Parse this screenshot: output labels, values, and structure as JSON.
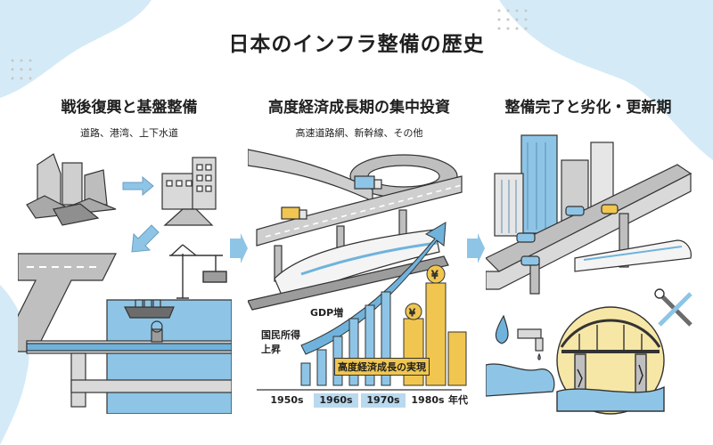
{
  "title": "日本のインフラ整備の歴史",
  "panels": [
    {
      "title": "戦後復興と基盤整備",
      "subtitle": "道路、港湾、上下水道"
    },
    {
      "title": "高度経済成長期の集中投資",
      "subtitle": "高速道路網、新幹線、その他"
    },
    {
      "title": "整備完了と劣化・更新期",
      "subtitle": ""
    }
  ],
  "labels": {
    "gdp": "GDP増",
    "income_line1": "国民所得",
    "income_line2": "上昇",
    "growth_banner": "高度経済成長の実現"
  },
  "timeline": {
    "decades": [
      "1950s",
      "1960s",
      "1970s",
      "1980s"
    ],
    "highlighted": [
      "1960s",
      "1970s"
    ],
    "axis_unit": "年代"
  },
  "icons": {
    "currency": "¥",
    "tools": "wrench-screwdriver-icon"
  },
  "colors": {
    "accent_blue": "#8ec5e6",
    "water": "#6fb3dd",
    "highlight": "#b9d9ef",
    "coin": "#f0c650",
    "background_blob": "#d4ebf7"
  }
}
